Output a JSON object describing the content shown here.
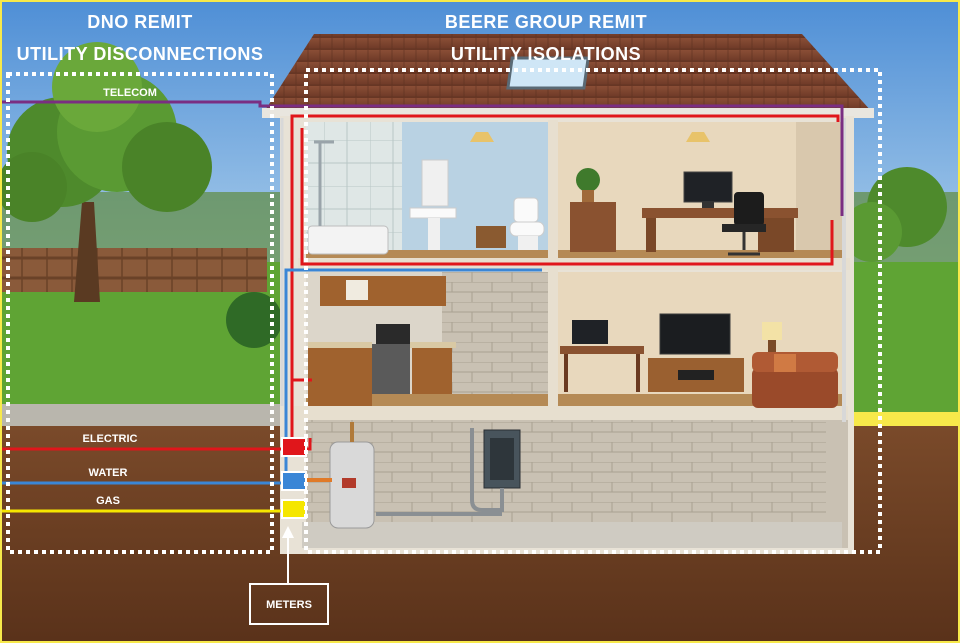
{
  "labels": {
    "dno_title_1": "DNO REMIT",
    "dno_title_2": "UTILITY DISCONNECTIONS",
    "beere_title_1": "BEERE GROUP REMIT",
    "beere_title_2": "UTILITY ISOLATIONS",
    "telecom": "TELECOM",
    "electric": "ELECTRIC",
    "water": "WATER",
    "gas": "GAS",
    "meters": "METERS"
  },
  "colors": {
    "frame": "#f7e94a",
    "telecom_line": "#7a2e82",
    "electric_line": "#e0161b",
    "water_line": "#3a86d6",
    "gas_line": "#f5e600",
    "dotted_boundary": "#ffffff"
  }
}
